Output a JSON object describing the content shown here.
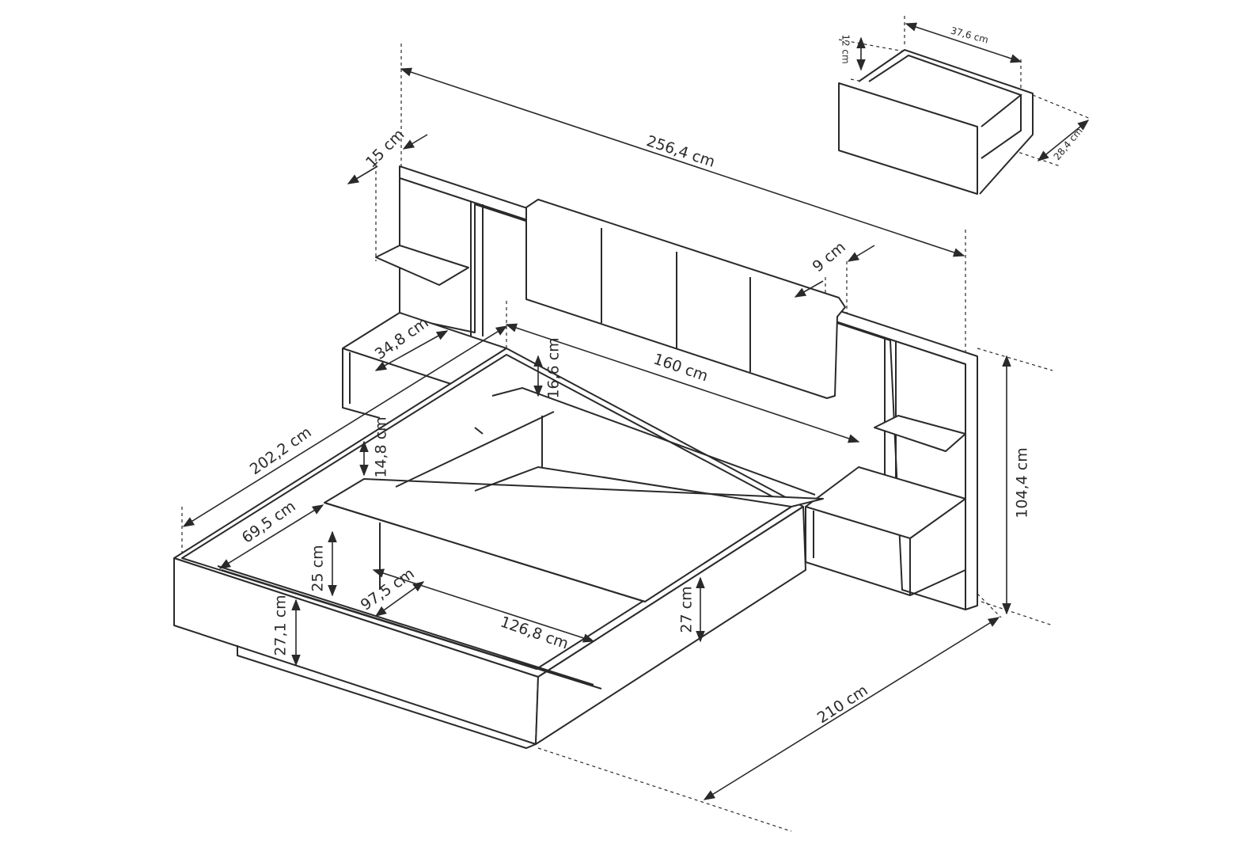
{
  "dimensions": {
    "overall_width": "256,4 cm",
    "headboard_depth": "15 cm",
    "cushion_depth": "9 cm",
    "drawer_width": "37,6 cm",
    "drawer_height": "12 cm",
    "drawer_depth": "28,4 cm",
    "nightstand_depth": "34,8 cm",
    "headboard_ledge_height": "16,6 cm",
    "mattress_width": "160 cm",
    "frame_inner_length": "202,2 cm",
    "ledge_height": "14,8 cm",
    "storage_length": "69,5 cm",
    "storage_depth": "25 cm",
    "storage_width": "97,5 cm",
    "slat_length": "126,8 cm",
    "frame_height": "27,1 cm",
    "side_height": "27 cm",
    "total_height": "104,4 cm",
    "total_length": "210 cm"
  }
}
